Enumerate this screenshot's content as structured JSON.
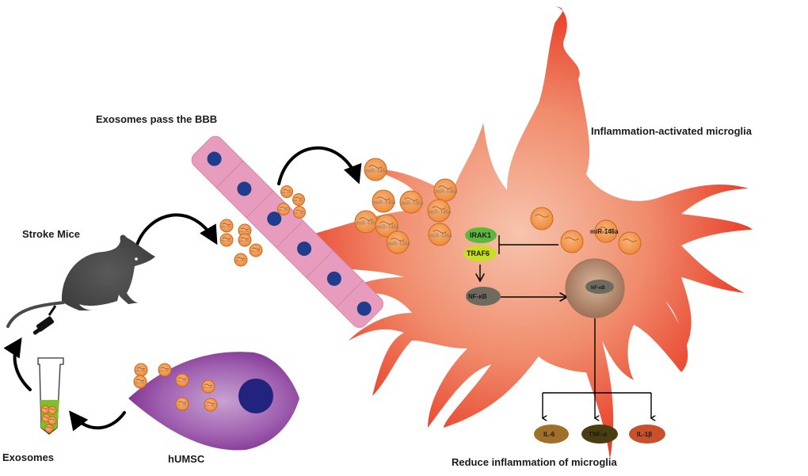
{
  "labels": {
    "stroke_mice": "Stroke Mice",
    "exosomes_pass_bbb": "Exosomes pass the BBB",
    "inflammation_microglia": "Inflammation-activated microglia",
    "exosomes": "Exosomes",
    "humsc": "hUMSC",
    "reduce_inflammation": "Reduce inflammation of microglia"
  },
  "pathway": {
    "irak1": "IRAK1",
    "traf6": "TRAF6",
    "nfkb_cytoplasm": "NF-κB",
    "nfkb_nucleus": "NF-κB",
    "mirna_label": "miR-146a",
    "cytokines": [
      "IL-6",
      "TNF-α",
      "IL-1β"
    ]
  },
  "exosome_cargo_label": "miR-146a",
  "colors": {
    "microglia": "#e8402a",
    "microglia_center": "#f6b8a0",
    "exosome": "#f2964a",
    "exosome_stroke": "#c96a1e",
    "bbb_cell": "#e79bbd",
    "bbb_nucleus": "#1f3d8f",
    "humsc": "#8a3a9a",
    "humsc_nucleus": "#22237f",
    "irak1": "#5cb83a",
    "traf6": "#c9e021",
    "nfkb": "#6e6a60",
    "nucleus": "#b48a70",
    "il6": "#a0702a",
    "tnfa": "#4a3d10",
    "il1b": "#c8502a",
    "mouse": "#4a4a4a",
    "tube_fluid": "#7cc02a"
  }
}
